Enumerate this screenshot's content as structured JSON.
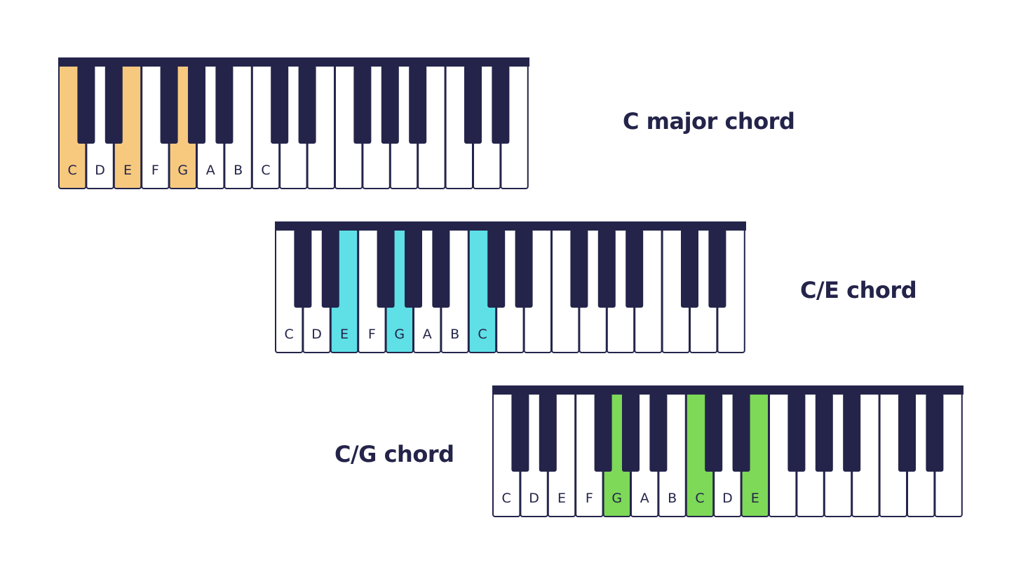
{
  "diagrams": [
    {
      "label": "C major chord",
      "white_key_count": 17,
      "letters": [
        "C",
        "D",
        "E",
        "F",
        "G",
        "A",
        "B",
        "C"
      ],
      "highlighted_white_keys": [
        0,
        2,
        4
      ],
      "highlight_color": "#f7c97e"
    },
    {
      "label": "C/E chord",
      "white_key_count": 17,
      "letters": [
        "C",
        "D",
        "E",
        "F",
        "G",
        "A",
        "B",
        "C"
      ],
      "highlighted_white_keys": [
        2,
        4,
        7
      ],
      "highlight_color": "#5ee0e6"
    },
    {
      "label": "C/G chord",
      "white_key_count": 17,
      "letters": [
        "C",
        "D",
        "E",
        "F",
        "G",
        "A",
        "B",
        "C",
        "D",
        "E"
      ],
      "highlighted_white_keys": [
        4,
        7,
        9
      ],
      "highlight_color": "#7dd957"
    }
  ],
  "colors": {
    "key_outline": "#24244a",
    "black_key": "#24244a",
    "white_key": "#ffffff",
    "label_text": "#24244a"
  }
}
